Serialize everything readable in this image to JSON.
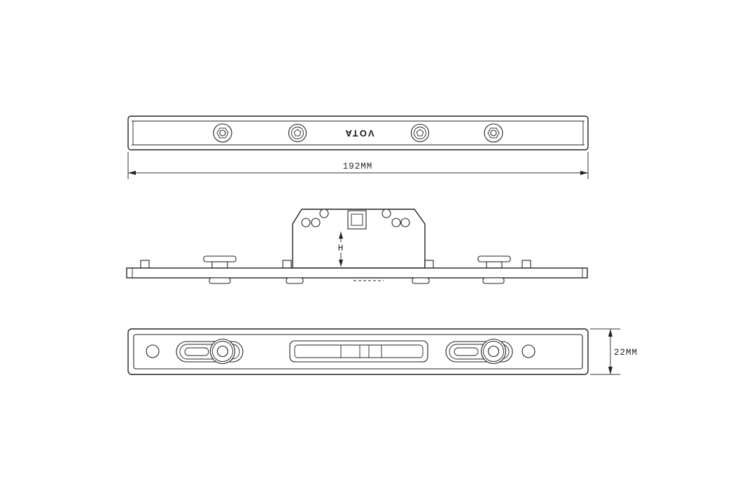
{
  "page": {
    "background_color": "#ffffff",
    "line_color": "#222222",
    "description": "Technical drawing of a VOTA window espagnolette lock bar, three orthographic views"
  },
  "views": {
    "top": {
      "brand": "VOTA"
    },
    "front": {},
    "bottom": {}
  },
  "dimensions": {
    "width_label": "192MM",
    "height_label": "H",
    "thickness_label": "22MM"
  }
}
